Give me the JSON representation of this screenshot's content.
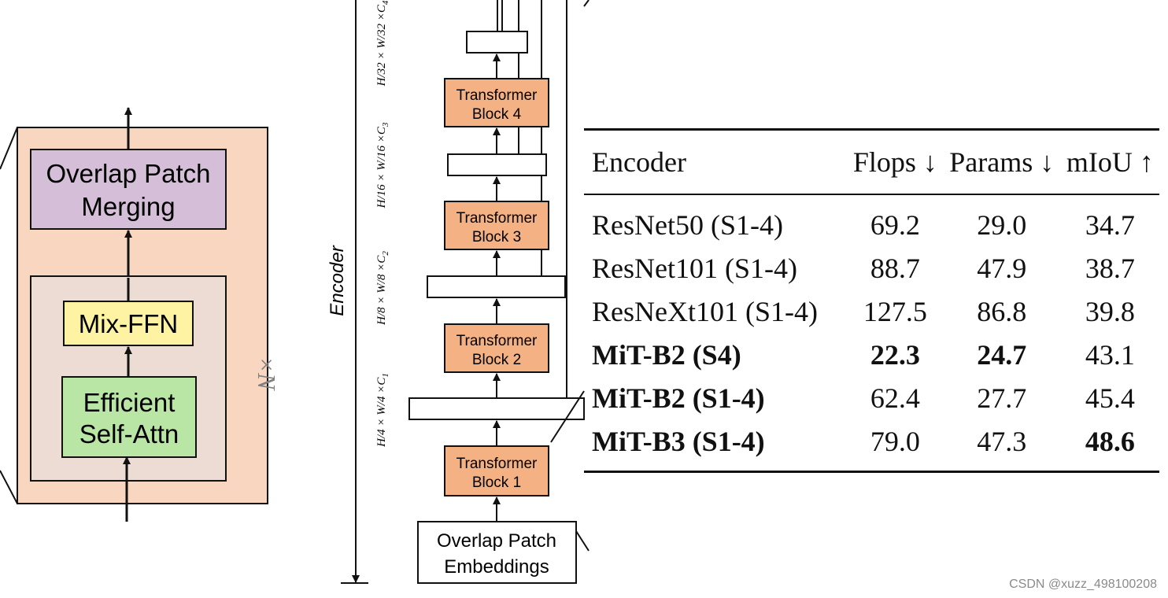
{
  "detail_block": {
    "merge_label": [
      "Overlap Patch",
      "Merging"
    ],
    "ffn_label": "Mix-FFN",
    "attn_label": [
      "Efficient",
      "Self-Attn"
    ],
    "repeat_label": "×N",
    "colors": {
      "outer": "#f9d6bf",
      "inner": "#ecdcd3",
      "merge": "#d5bed8",
      "ffn": "#fdf3a3",
      "attn": "#b9e6a4"
    }
  },
  "encoder": {
    "axis_label": "Encoder",
    "blocks": [
      {
        "l1": "Transformer",
        "l2": "Block 4"
      },
      {
        "l1": "Transformer",
        "l2": "Block 3"
      },
      {
        "l1": "Transformer",
        "l2": "Block 2"
      },
      {
        "l1": "Transformer",
        "l2": "Block 1"
      }
    ],
    "embed_label": [
      "Overlap Patch",
      "Embeddings"
    ],
    "stages": [
      {
        "h": "H",
        "w": "W",
        "div": "32",
        "c": "4"
      },
      {
        "h": "H",
        "w": "W",
        "div": "16",
        "c": "3"
      },
      {
        "h": "H",
        "w": "W",
        "div": "8",
        "c": "2"
      },
      {
        "h": "H",
        "w": "W",
        "div": "4",
        "c": "1"
      }
    ],
    "colors": {
      "block": "#f4b183"
    }
  },
  "table": {
    "headers": [
      "Encoder",
      "Flops ↓",
      "Params ↓",
      "mIoU ↑"
    ],
    "rows": [
      {
        "encoder": "ResNet50 (S1-4)",
        "flops": "69.2",
        "params": "29.0",
        "miou": "34.7",
        "bold": [
          false,
          false,
          false,
          false
        ]
      },
      {
        "encoder": "ResNet101 (S1-4)",
        "flops": "88.7",
        "params": "47.9",
        "miou": "38.7",
        "bold": [
          false,
          false,
          false,
          false
        ]
      },
      {
        "encoder": "ResNeXt101 (S1-4)",
        "flops": "127.5",
        "params": "86.8",
        "miou": "39.8",
        "bold": [
          false,
          false,
          false,
          false
        ]
      },
      {
        "encoder": "MiT-B2 (S4)",
        "flops": "22.3",
        "params": "24.7",
        "miou": "43.1",
        "bold": [
          true,
          true,
          true,
          false
        ]
      },
      {
        "encoder": "MiT-B2 (S1-4)",
        "flops": "62.4",
        "params": "27.7",
        "miou": "45.4",
        "bold": [
          true,
          false,
          false,
          false
        ]
      },
      {
        "encoder": "MiT-B3 (S1-4)",
        "flops": "79.0",
        "params": "47.3",
        "miou": "48.6",
        "bold": [
          true,
          false,
          false,
          true
        ]
      }
    ]
  },
  "watermark": "CSDN @xuzz_498100208"
}
